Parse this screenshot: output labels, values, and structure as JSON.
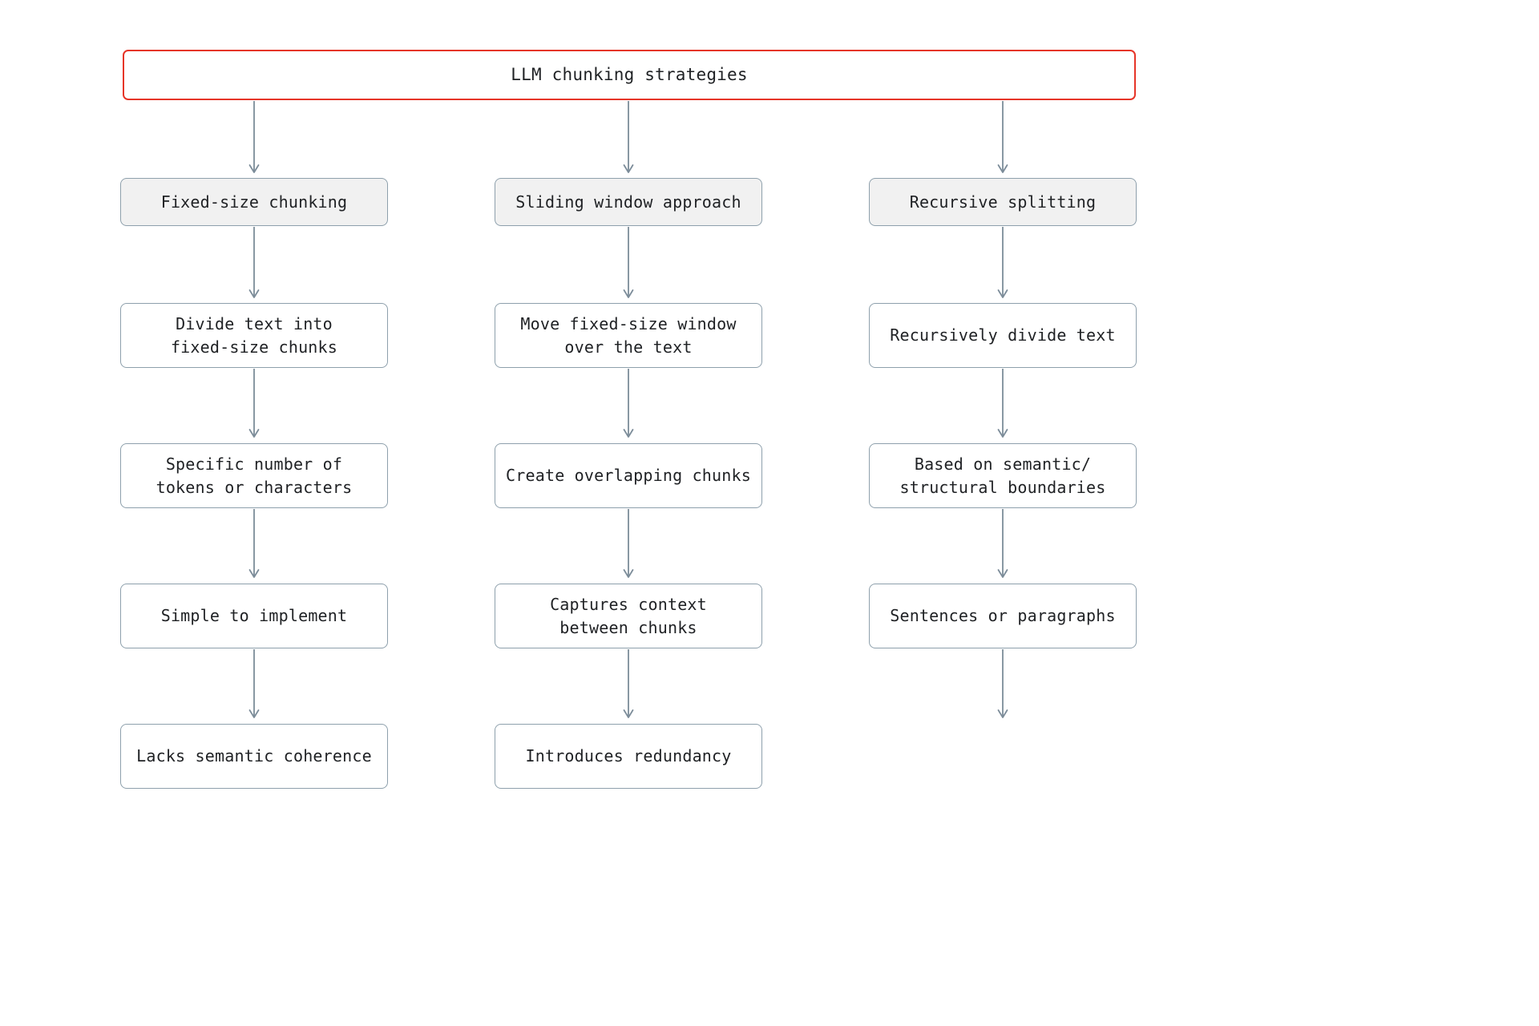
{
  "diagram": {
    "title": "LLM chunking strategies",
    "type": "flowchart",
    "direction": "top-down",
    "background_color": "#ffffff",
    "colors": {
      "root_border": "#e63528",
      "root_fill": "#ffffff",
      "branch_border": "#8ea0ac",
      "branch_fill": "#f1f1f1",
      "leaf_border": "#8ea0ac",
      "leaf_fill": "#ffffff",
      "edge": "#7c8c99",
      "text": "#1f2124"
    },
    "root": {
      "id": "root",
      "label": "LLM chunking strategies"
    },
    "columns": [
      {
        "id": "column-fixed-size",
        "head": {
          "id": "fixed-size-chunking",
          "label": "Fixed-size chunking"
        },
        "steps": [
          {
            "id": "divide-text",
            "label": "Divide text into\nfixed-size chunks"
          },
          {
            "id": "specific-number",
            "label": "Specific number of\ntokens or characters"
          },
          {
            "id": "simple-implement",
            "label": "Simple to implement"
          },
          {
            "id": "lacks-coherence",
            "label": "Lacks semantic coherence"
          }
        ],
        "trailing_arrow": false
      },
      {
        "id": "column-sliding-window",
        "head": {
          "id": "sliding-window-approach",
          "label": "Sliding window approach"
        },
        "steps": [
          {
            "id": "move-window",
            "label": "Move fixed-size window\nover the text"
          },
          {
            "id": "overlapping-chunks",
            "label": "Create overlapping chunks"
          },
          {
            "id": "captures-context",
            "label": "Captures context\nbetween chunks"
          },
          {
            "id": "introduces-redundancy",
            "label": "Introduces redundancy"
          }
        ],
        "trailing_arrow": false
      },
      {
        "id": "column-recursive-splitting",
        "head": {
          "id": "recursive-splitting",
          "label": "Recursive splitting"
        },
        "steps": [
          {
            "id": "recursively-divide",
            "label": "Recursively divide text"
          },
          {
            "id": "semantic-boundaries",
            "label": "Based on semantic/\nstructural boundaries"
          },
          {
            "id": "sentences-paragraphs",
            "label": "Sentences or paragraphs"
          }
        ],
        "trailing_arrow": true
      }
    ]
  }
}
